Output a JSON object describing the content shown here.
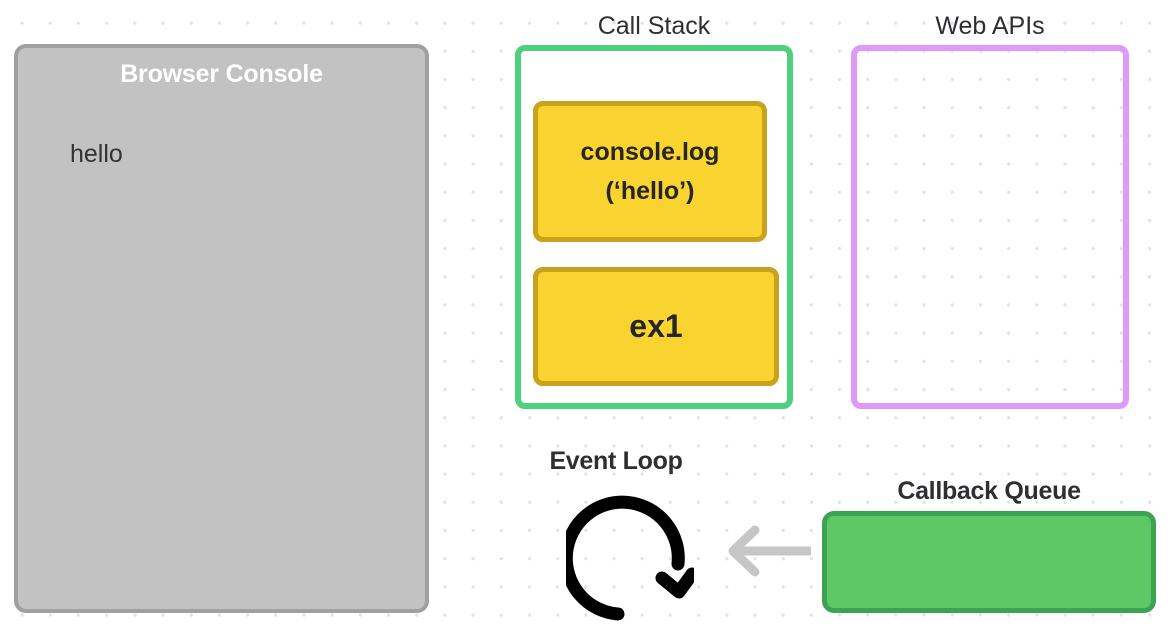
{
  "console": {
    "title": "Browser Console",
    "logs": [
      "hello"
    ]
  },
  "call_stack": {
    "heading": "Call Stack",
    "border_color": "#4fd07d",
    "frames": [
      {
        "line1": "console.log",
        "line2": "(‘hello’)"
      },
      {
        "line1": "ex1",
        "line2": ""
      }
    ]
  },
  "web_apis": {
    "heading": "Web APIs",
    "border_color": "#dd9bf7",
    "items": []
  },
  "event_loop": {
    "heading": "Event Loop",
    "icon": "circular-arrow-icon"
  },
  "callback_queue": {
    "heading": "Callback Queue",
    "fill_color": "#5dc866",
    "items": []
  },
  "arrow": {
    "name": "queue-to-event-loop-arrow",
    "direction": "left",
    "color": "#c6c6c6"
  }
}
